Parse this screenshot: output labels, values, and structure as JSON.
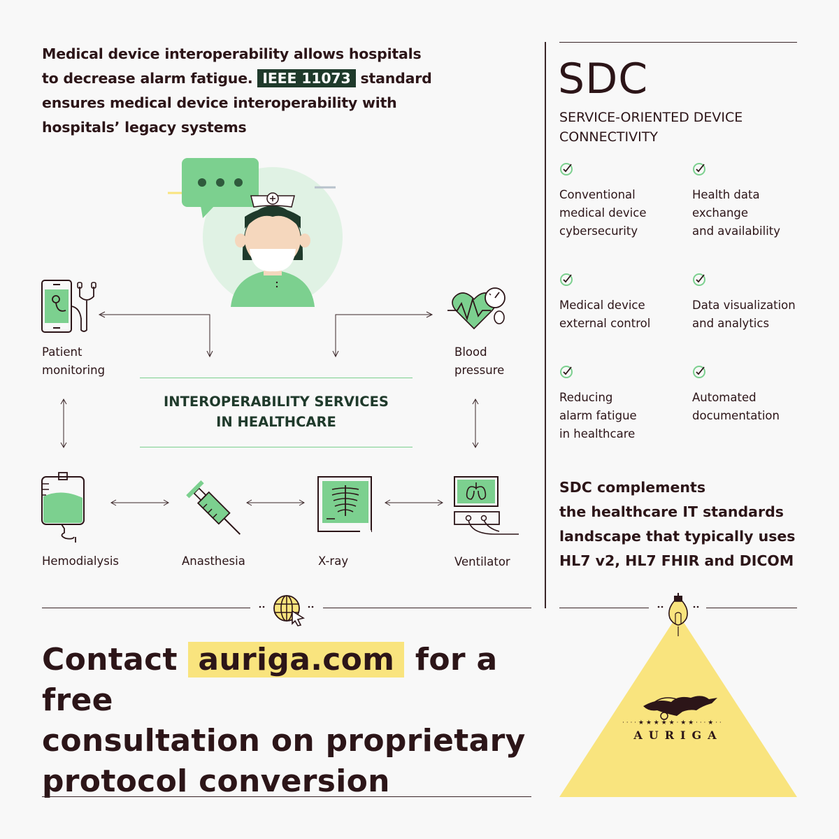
{
  "intro": {
    "before": "Medical device interoperability allows hospitals to decrease alarm fatigue.",
    "highlight": "IEEE 11073",
    "after": "standard ensures medical device interoperability with hospitals’ legacy systems"
  },
  "center": {
    "line1": "INTEROPERABILITY SERVICES",
    "line2": "IN HEALTHCARE"
  },
  "devices": {
    "patient_monitoring": [
      "Patient",
      "monitoring"
    ],
    "blood_pressure": [
      "Blood",
      "pressure"
    ],
    "hemodialysis": "Hemodialysis",
    "anasthesia": "Anasthesia",
    "xray": "X-ray",
    "ventilator": "Ventilator"
  },
  "sdc": {
    "title": "SDC",
    "subtitle_1": "SERVICE-ORIENTED DEVICE",
    "subtitle_2": "CONNECTIVITY",
    "features": [
      [
        "Conventional",
        "medical device",
        "cybersecurity"
      ],
      [
        "Health data",
        "exchange",
        "and availability"
      ],
      [
        "Medical device",
        "external control"
      ],
      [
        "Data visualization",
        "and analytics"
      ],
      [
        "Reducing",
        "alarm fatigue",
        "in healthcare"
      ],
      [
        "Automated",
        "documentation"
      ]
    ],
    "complement": [
      "SDC complements",
      "the healthcare IT standards",
      "landscape that typically uses",
      "HL7 v2, HL7 FHIR and DICOM"
    ]
  },
  "contact": {
    "prefix": "Contact",
    "link": "auriga.com",
    "suffix": "for a free",
    "line2": "consultation on proprietary",
    "line3": "protocol conversion"
  },
  "logo": {
    "text": "AURIGA"
  },
  "colors": {
    "dark": "#2c1518",
    "green": "#7cd08f",
    "light_green": "#e0f2e4",
    "dark_green": "#1f3a2b",
    "yellow": "#f9e47e"
  },
  "icons": [
    "chat-bubble-icon",
    "nurse-icon",
    "phone-stethoscope-icon",
    "heart-pressure-icon",
    "iv-bag-icon",
    "syringe-icon",
    "xray-icon",
    "ventilator-icon",
    "globe-cursor-icon",
    "lightbulb-icon",
    "check-icon"
  ]
}
